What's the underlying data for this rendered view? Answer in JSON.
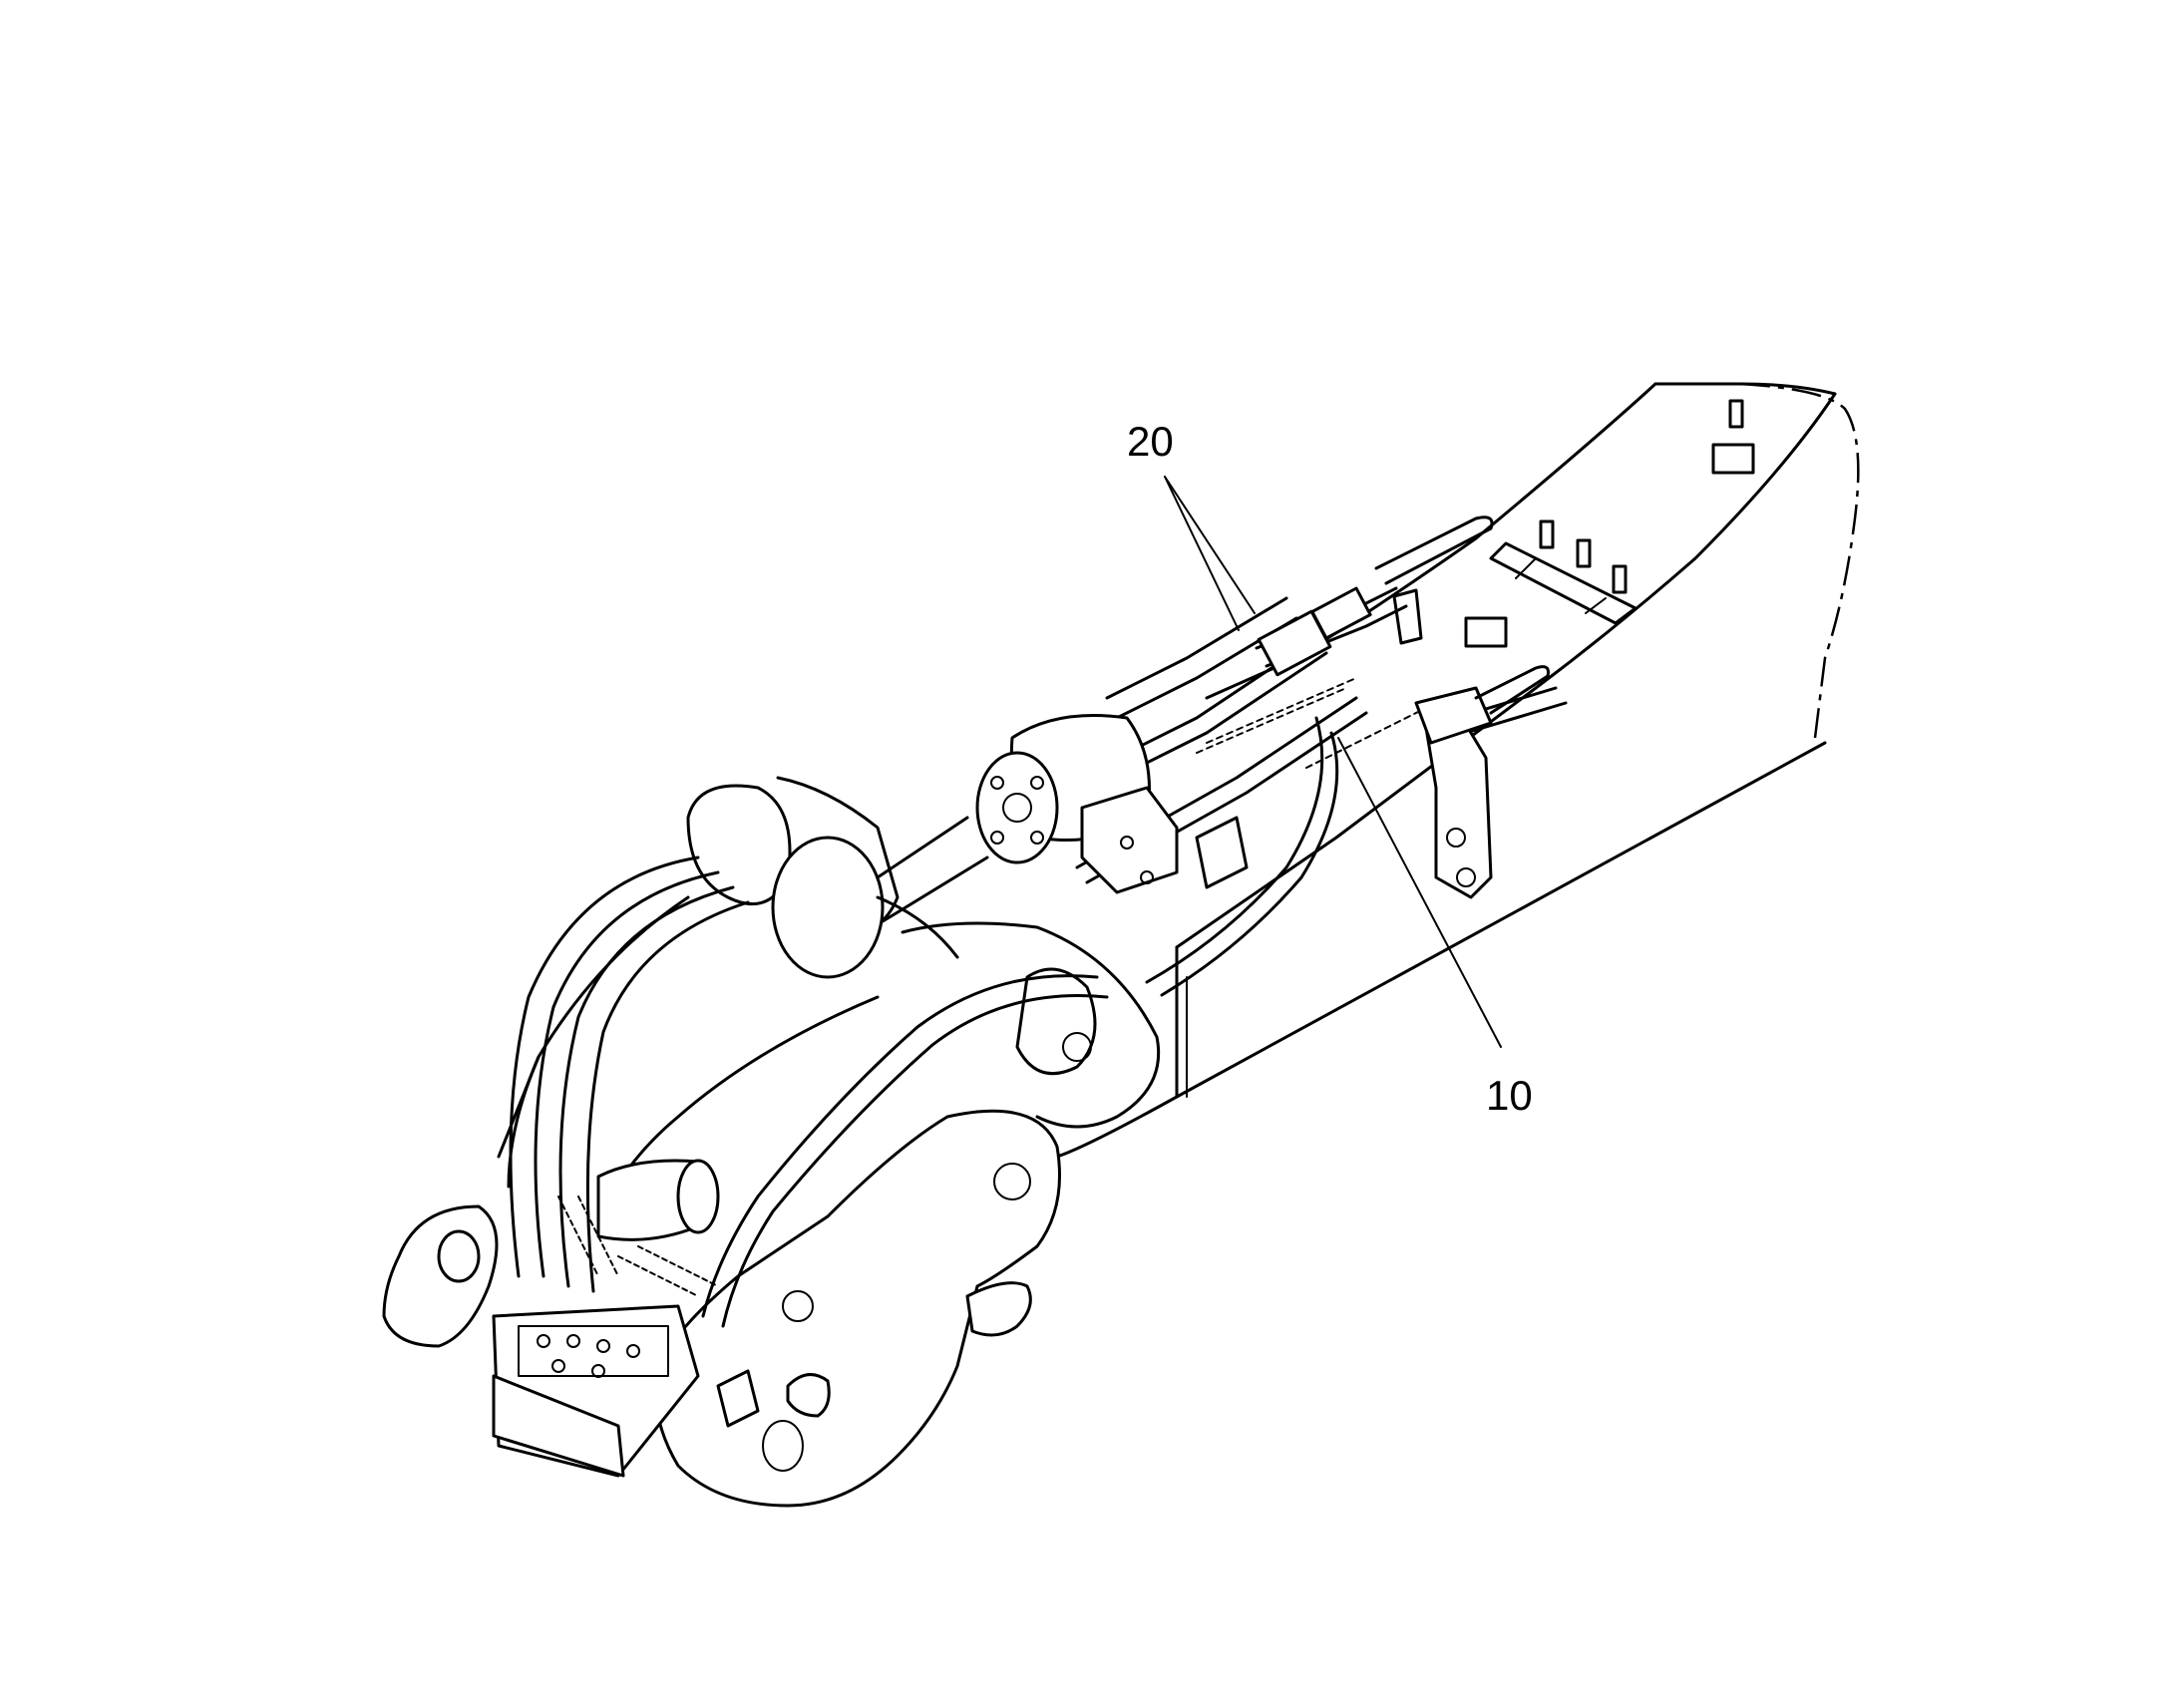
{
  "diagram": {
    "callouts": [
      {
        "id": "callout-20",
        "label": "20"
      },
      {
        "id": "callout-10",
        "label": "10"
      }
    ],
    "colors": {
      "line": "#000000",
      "background": "#ffffff"
    }
  }
}
